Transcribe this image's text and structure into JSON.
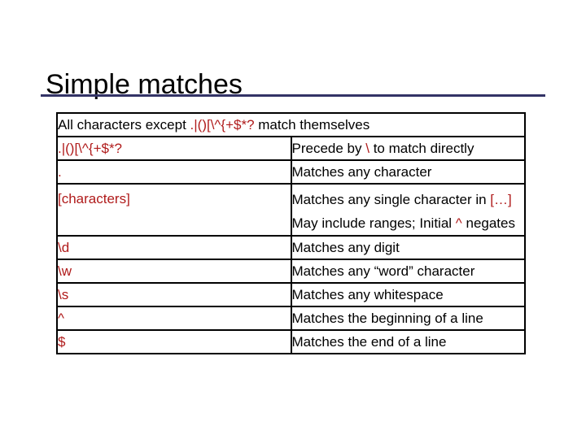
{
  "slide": {
    "title": "Simple matches",
    "accent_rule_color": "#333366",
    "pattern_color": "#B01B1B",
    "text_color": "#000000",
    "background_color": "#FFFFFF"
  },
  "table": {
    "header_row": {
      "text_lead": "All characters except ",
      "text_pattern": ".|()[\\^{+$*?",
      "text_tail": " match themselves"
    },
    "rows": [
      {
        "pattern": ".|()[\\^{+$*?",
        "desc_lead": "Precede by ",
        "desc_pattern": "\\",
        "desc_tail": " to match directly",
        "desc_line2": ""
      },
      {
        "pattern": ".",
        "desc_lead": "Matches any character",
        "desc_pattern": "",
        "desc_tail": "",
        "desc_line2": ""
      },
      {
        "pattern": "[characters]",
        "desc_lead": "Matches any single character in ",
        "desc_pattern": "[…]",
        "desc_tail": "",
        "desc_line2_lead": "May include ranges; Initial ",
        "desc_line2_pattern": "^",
        "desc_line2_tail": " negates"
      },
      {
        "pattern": "\\d",
        "desc_lead": "Matches any digit",
        "desc_pattern": "",
        "desc_tail": "",
        "desc_line2": ""
      },
      {
        "pattern": "\\w",
        "desc_lead": "Matches any “word” character",
        "desc_pattern": "",
        "desc_tail": "",
        "desc_line2": ""
      },
      {
        "pattern": "\\s",
        "desc_lead": "Matches any whitespace",
        "desc_pattern": "",
        "desc_tail": "",
        "desc_line2": ""
      },
      {
        "pattern": "^",
        "desc_lead": "Matches the beginning of a line",
        "desc_pattern": "",
        "desc_tail": "",
        "desc_line2": ""
      },
      {
        "pattern": "$",
        "desc_lead": "Matches the end of a line",
        "desc_pattern": "",
        "desc_tail": "",
        "desc_line2": ""
      }
    ]
  }
}
